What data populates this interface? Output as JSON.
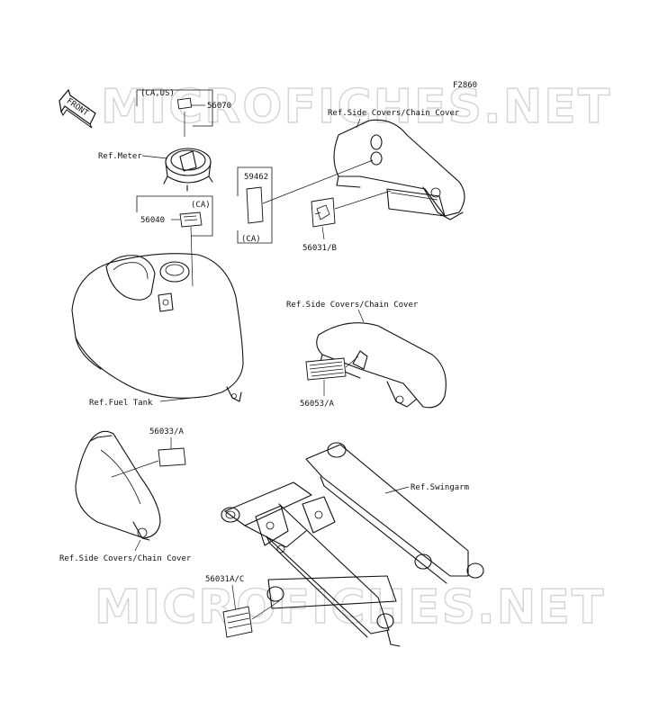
{
  "diagram": {
    "code": "F2860",
    "front_label": "FRONT",
    "watermark": "MICROFICHES.NET",
    "labels": {
      "ref_meter": "Ref.Meter",
      "ref_fuel_tank": "Ref.Fuel Tank",
      "ref_side_covers_top": "Ref.Side Covers/Chain Cover",
      "ref_side_covers_mid": "Ref.Side Covers/Chain Cover",
      "ref_side_covers_bottom": "Ref.Side Covers/Chain Cover",
      "ref_swingarm": "Ref.Swingarm"
    },
    "parts": {
      "p56070": "56070",
      "p56040": "56040",
      "p59462": "59462",
      "p56031b": "56031/B",
      "p56053a": "56053/A",
      "p56033a": "56033/A",
      "p56031ac": "56031A/C"
    },
    "region_tags": {
      "ca_us": "(CA,US)",
      "ca_1": "(CA)",
      "ca_2": "(CA)"
    }
  }
}
